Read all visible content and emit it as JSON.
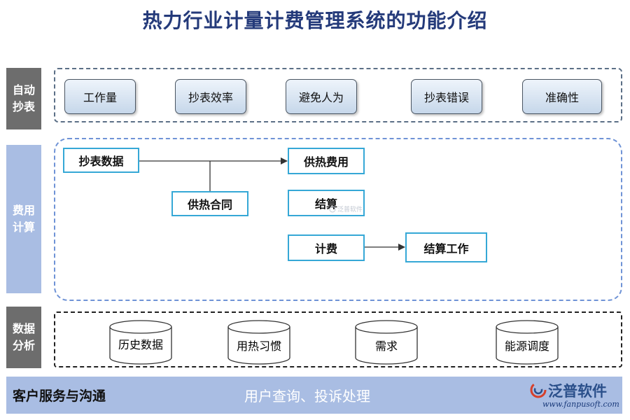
{
  "title": "热力行业计量计费管理系统的功能介绍",
  "sections": [
    {
      "label": "自动\n抄表"
    },
    {
      "label": "费用\n计算"
    },
    {
      "label": "数据\n分析"
    }
  ],
  "meter_items": [
    "工作量",
    "抄表效率",
    "避免人为",
    "抄表错误",
    "准确性"
  ],
  "calc": {
    "meter_data": "抄表数据",
    "heat_contract": "供热合同",
    "heat_fee": "供热费用",
    "settlement": "结算",
    "billing": "计费",
    "settlement_work": "结算工作"
  },
  "analysis_items": [
    "历史数据",
    "用热习惯",
    "需求",
    "能源调度"
  ],
  "footer": {
    "left": "客户服务与沟通",
    "center": "用户查询、投诉处理"
  },
  "brand": {
    "name": "泛普软件",
    "url": "www.fanpusoft.com"
  },
  "watermark": "泛普软件",
  "colors": {
    "title": "#243a7a",
    "sidebar_dark": "#6d6d6d",
    "sidebar_blue": "#a9bde3",
    "box_border": "#35a8d6",
    "footer_bg": "#a9bde3"
  }
}
